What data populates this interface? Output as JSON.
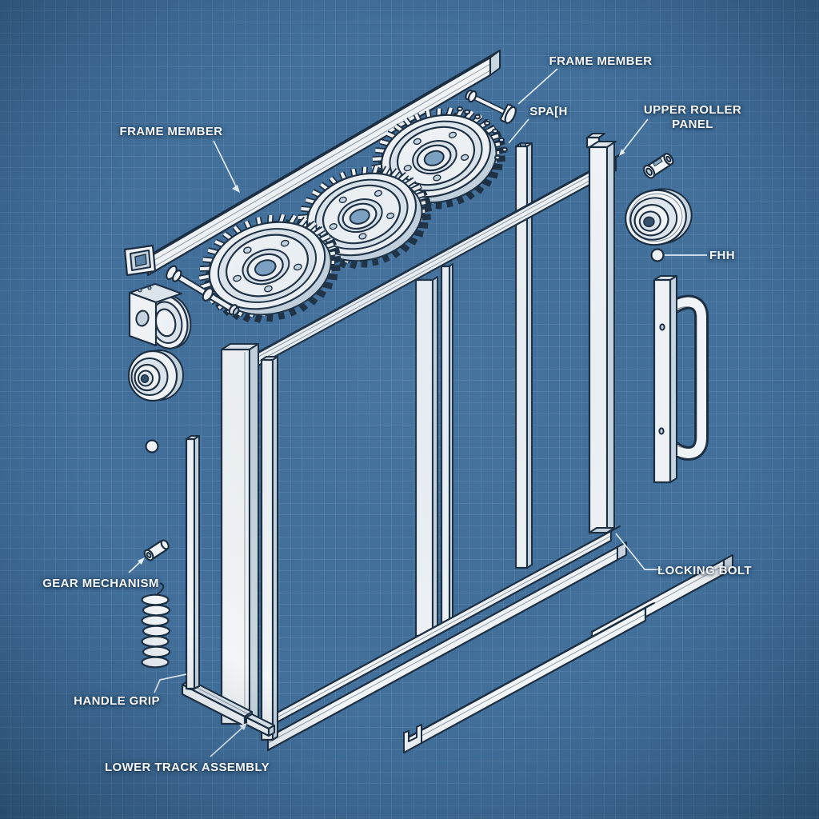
{
  "diagram": {
    "style": "blueprint-exploded-view",
    "palette": {
      "background": "#42709b",
      "grid_line": "#7fa3c6",
      "outline": "#1c2e41",
      "part_fill": "#f3f6f8",
      "part_shade": "#c9d6e0",
      "label_text": "#f4f8fb"
    },
    "labels": {
      "frame_member_top": "FRAME MEMBER",
      "frame_member_left": "FRAME MEMBER",
      "spath": "SPA[H",
      "upper_roller_panel": {
        "line1": "UPPER ROLLER",
        "line2": "PANEL"
      },
      "fhh": "FHH",
      "locking_bolt": "LOCKING BOLT",
      "gear_mechanism": "GEAR MECHANISM",
      "handle_grip": "HANDLE GRIP",
      "lower_track_assembly": "LOWER TRACK ASSEMBLY"
    }
  }
}
